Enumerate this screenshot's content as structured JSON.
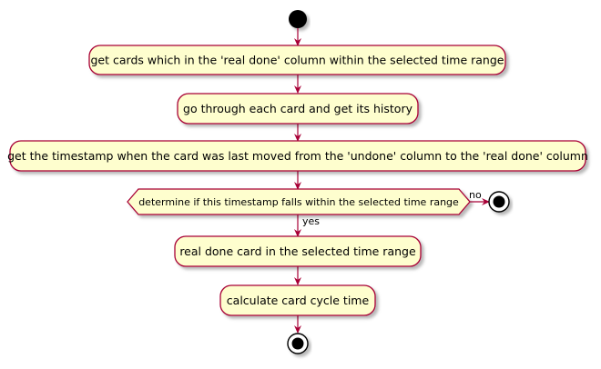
{
  "diagram": {
    "type": "activity",
    "colors": {
      "node_fill": "#FEFECE",
      "node_stroke": "#A80036",
      "edge": "#A80036",
      "start_end": "#000000",
      "shadow": "#BBBBBB"
    },
    "actions": [
      "get cards which in the 'real done' column within the selected time range",
      "go through each card and get its history",
      "get the timestamp when the card was last moved from the 'undone' column to the 'real done' column"
    ],
    "decision": {
      "question": "determine if this timestamp falls within the selected time range",
      "yes_label": "yes",
      "no_label": "no"
    },
    "after_yes": [
      "real done card in the selected time range",
      "calculate card cycle time"
    ]
  }
}
